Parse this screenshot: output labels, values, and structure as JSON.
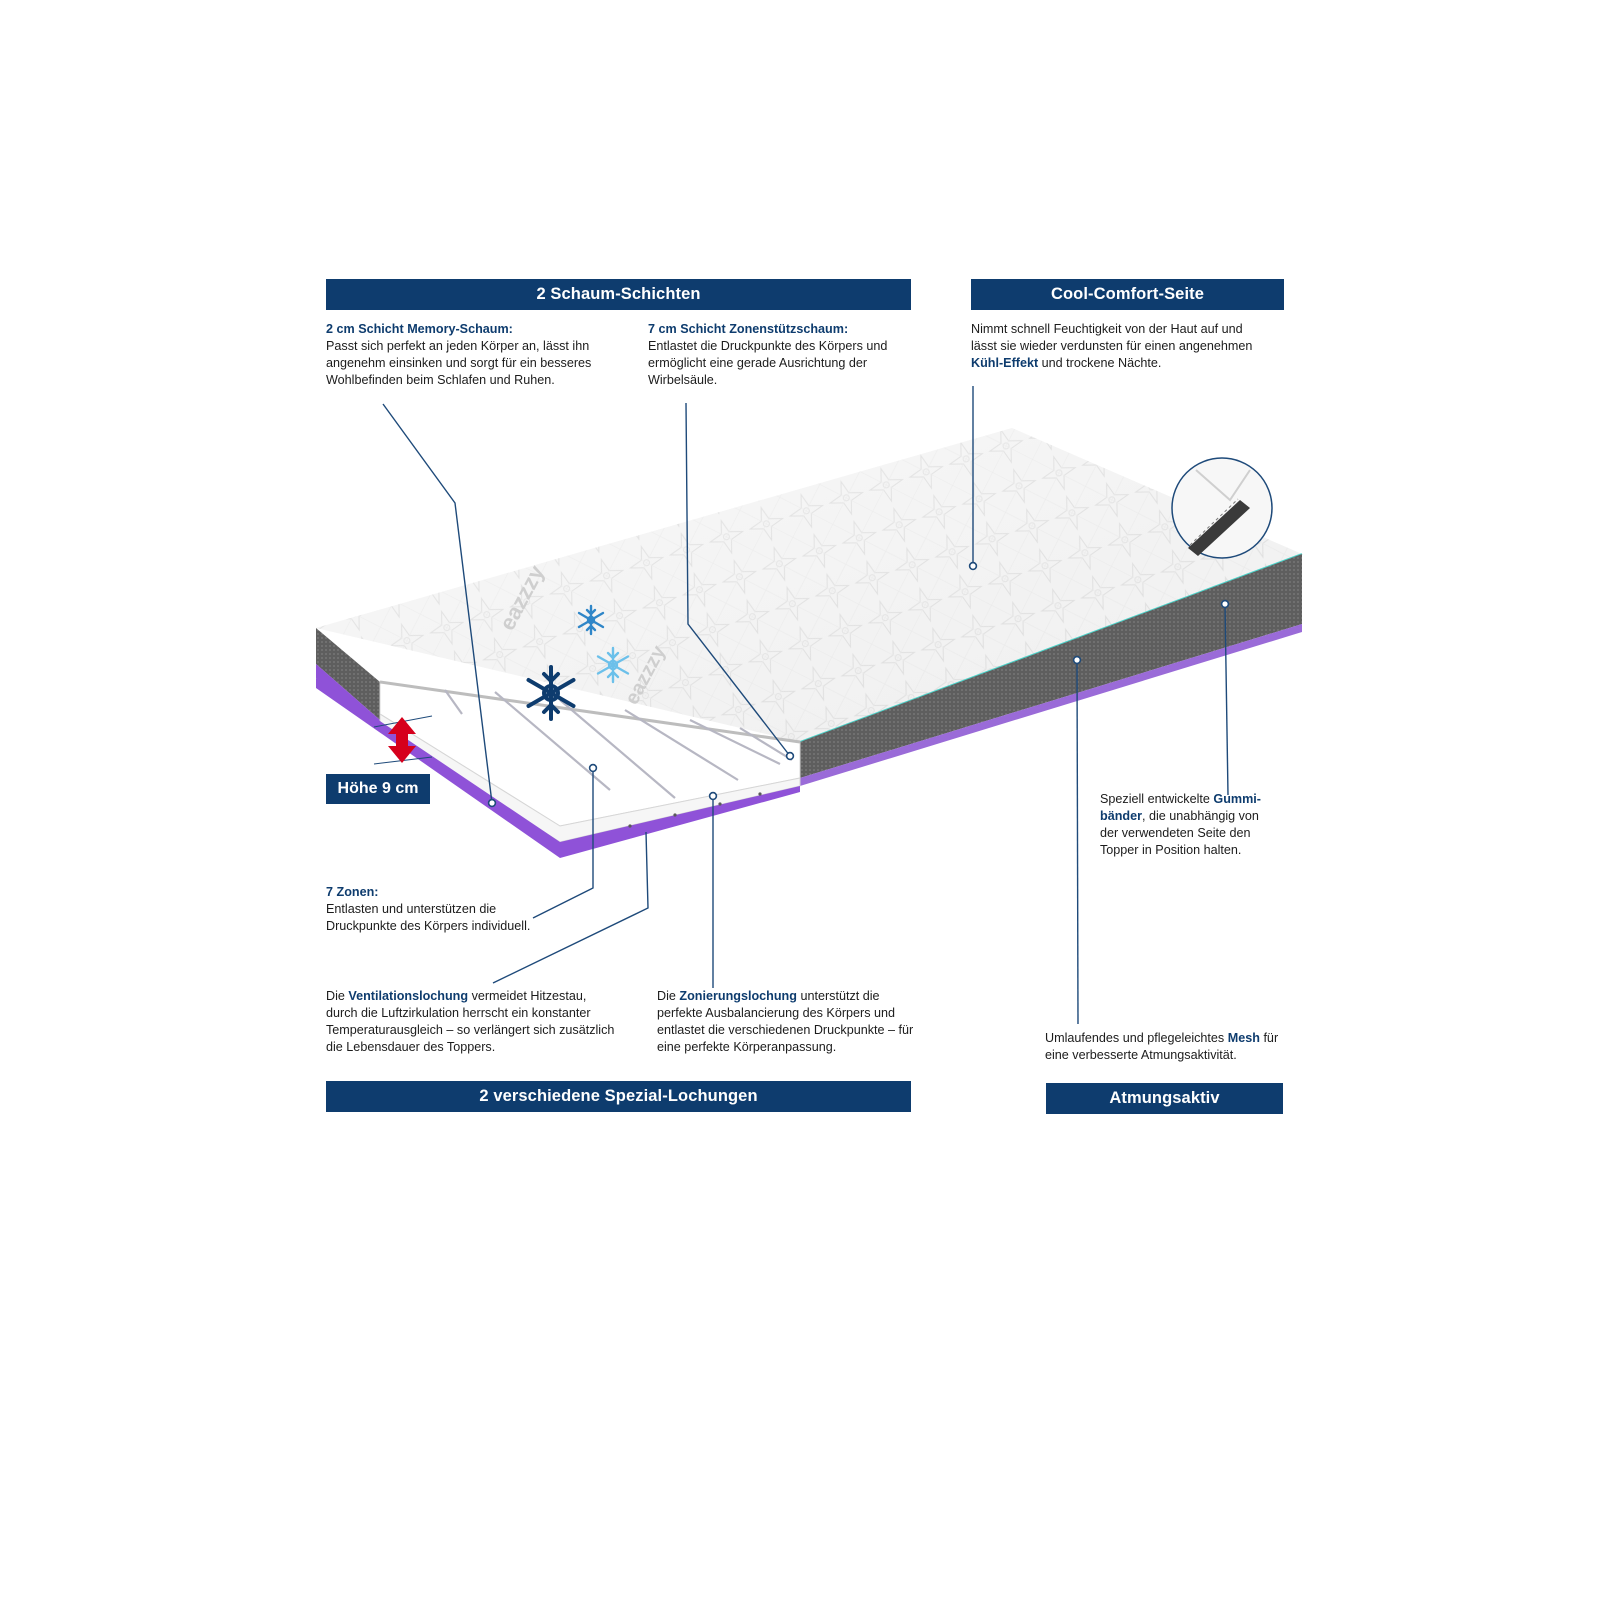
{
  "colors": {
    "navy": "#0e3c6e",
    "purple": "#8f52d8",
    "grey": "#6a6a6a",
    "red": "#d6001c",
    "teal": "#4ad3c9"
  },
  "bars": {
    "schaum": "2 Schaum-Schichten",
    "cool": "Cool-Comfort-Seite",
    "lochungen": "2 verschiedene Spezial-Lochungen",
    "atmung": "Atmungsaktiv"
  },
  "height_label": "Höhe 9 cm",
  "brand_logo": "eazzzy",
  "memory": {
    "title": "2 cm Schicht Memory-Schaum:",
    "text": "Passt sich perfekt an jeden Körper an, lässt ihn angenehm einsinken und sorgt für ein besseres Wohlbefinden beim Schlafen und Ruhen."
  },
  "zonenstuetz": {
    "title": "7 cm Schicht Zonenstützschaum:",
    "text": "Entlastet die Druckpunkte des Körpers und ermöglicht eine gerade Ausrichtung der Wirbelsäule."
  },
  "cool": {
    "text_a": "Nimmt schnell Feuchtigkeit von der Haut auf und lässt sie wieder verdunsten für einen angenehmen",
    "hl": "Kühl-Effekt",
    "text_b": "und trockene Nächte."
  },
  "gummi": {
    "text_a": "Speziell entwickelte",
    "hl": "Gummi-bänder",
    "text_b": ", die unabhängig von der verwendeten Seite den Topper in Position halten."
  },
  "zonen": {
    "title": "7 Zonen:",
    "text": "Entlasten und unterstützen die Druckpunkte des Körpers individuell."
  },
  "vent": {
    "text_a": "Die",
    "hl": "Ventilationslochung",
    "text_b": "vermeidet Hitzestau, durch die Luftzirkulation herrscht ein konstanter Temperaturausgleich – so verlängert sich zusätzlich die Lebensdauer des Toppers."
  },
  "zonierung": {
    "text_a": "Die",
    "hl": "Zonierungslochung",
    "text_b": "unterstützt die perfekte Ausbalancierung des Körpers und entlastet die verschiedenen Druckpunkte – für eine perfekte Körperanpassung."
  },
  "mesh": {
    "text_a": "Umlaufendes und pflegeleichtes",
    "hl": "Mesh",
    "text_b": "für eine verbesserte Atmungsaktivität."
  }
}
